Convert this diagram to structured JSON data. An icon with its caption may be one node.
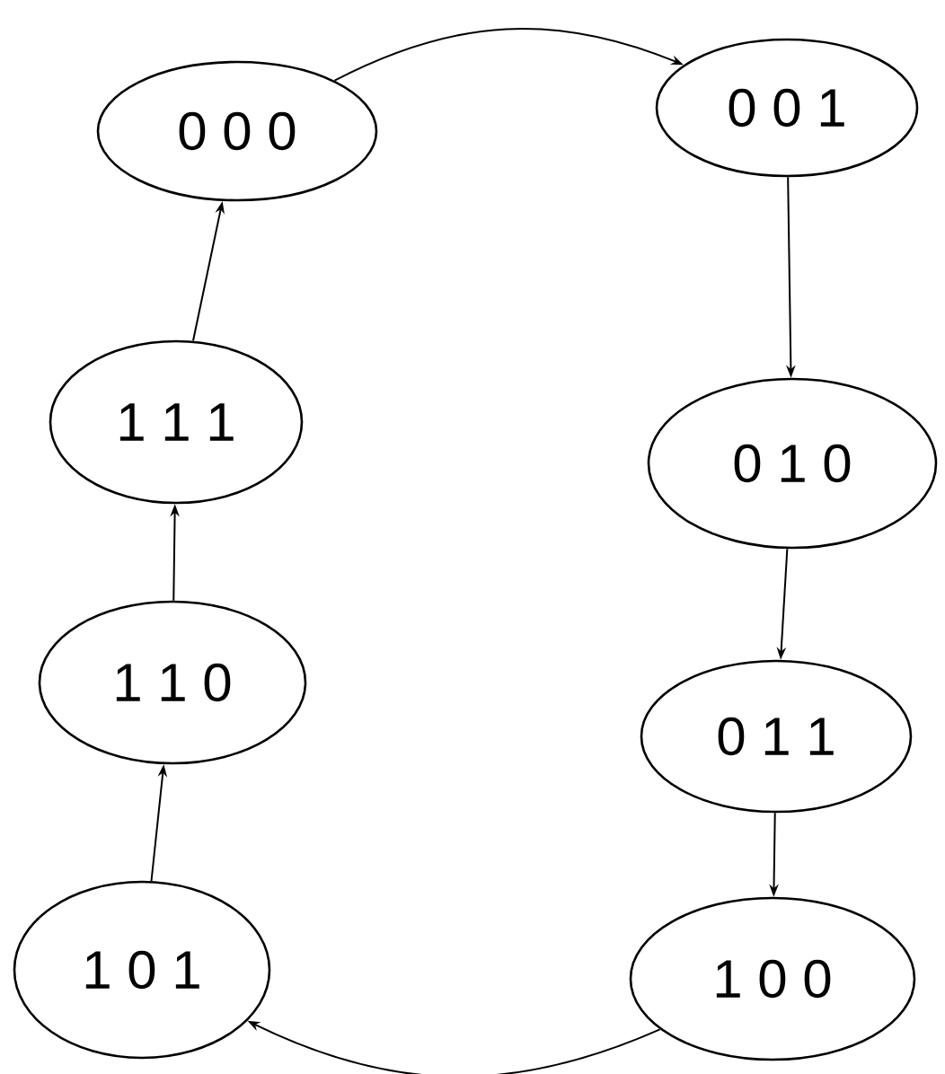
{
  "diagram": {
    "nodes": [
      {
        "text": [
          "0 0 0"
        ]
      },
      {
        "text": [
          "0 0 1"
        ]
      },
      {
        "text": [
          "0 1 0"
        ]
      },
      {
        "text": [
          "0 1 1"
        ]
      },
      {
        "text": [
          "1 0 0"
        ]
      },
      {
        "text": [
          "1 0 1"
        ]
      },
      {
        "text": [
          "1 1 0"
        ]
      },
      {
        "text": [
          "1 1 1"
        ]
      }
    ],
    "edges": [
      {
        "from": 0,
        "to": 1,
        "arrow": "to"
      },
      {
        "from": 1,
        "to": 2,
        "arrow": "to"
      },
      {
        "from": 2,
        "to": 3,
        "arrow": "to"
      },
      {
        "from": 3,
        "to": 4,
        "arrow": "to"
      },
      {
        "from": 4,
        "to": 5,
        "arrow": "to"
      },
      {
        "from": 5,
        "to": 6,
        "arrow": "to"
      },
      {
        "from": 6,
        "to": 7,
        "arrow": "to"
      },
      {
        "from": 7,
        "to": 0,
        "arrow": "to"
      }
    ]
  }
}
